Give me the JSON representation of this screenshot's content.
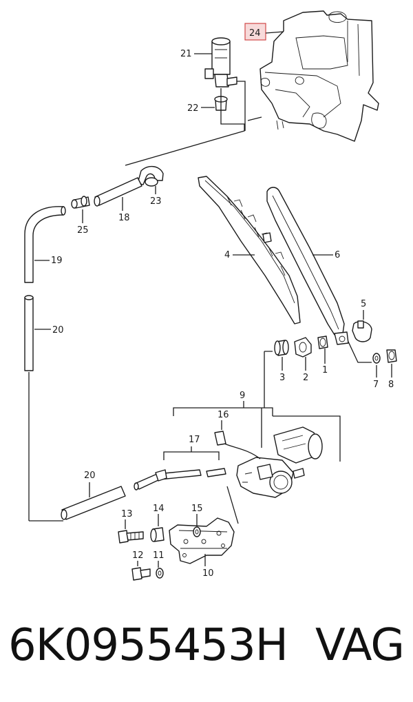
{
  "diagram": {
    "highlight_color": "#d04848",
    "labels": {
      "p24": "24",
      "p21": "21",
      "p22": "22",
      "p23": "23",
      "p25": "25",
      "p18": "18",
      "p19": "19",
      "p20a": "20",
      "p4": "4",
      "p6": "6",
      "p5": "5",
      "p3": "3",
      "p2": "2",
      "p1": "1",
      "p7": "7",
      "p8": "8",
      "p9": "9",
      "p16": "16",
      "p17": "17",
      "p20b": "20",
      "p13": "13",
      "p14": "14",
      "p15": "15",
      "p12": "12",
      "p11": "11",
      "p10": "10"
    }
  },
  "caption": {
    "part_number": "6K0955453H",
    "brand": "VAG"
  }
}
